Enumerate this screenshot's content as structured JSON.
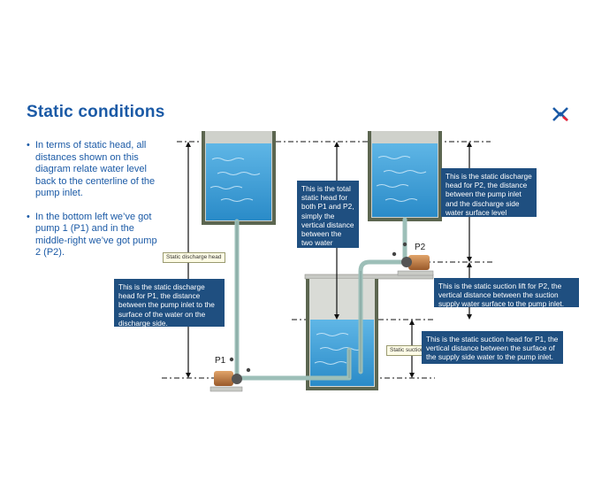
{
  "slide": {
    "title": "Static conditions",
    "logo_icon": "brand-logo-icon",
    "bullets": [
      "In terms of static head, all distances shown on this diagram relate water level back to the centerline of the pump inlet.",
      "In the bottom left we’ve got pump 1 (P1) and in the middle-right we’ve got pump 2 (P2)."
    ]
  },
  "diagram": {
    "pump_labels": {
      "p1": "P1",
      "p2": "P2"
    },
    "tags": {
      "discharge_head": "Static discharge head",
      "suction_head": "Static suction"
    },
    "callouts": {
      "p1_discharge": "This is the static discharge head for P1, the distance between the pump inlet to the surface of the water on the discharge side.",
      "total": "This is the total static head for both P1 and P2, simply the vertical distance between the two water surfaces",
      "p2_discharge": "This is the static discharge head for P2, the distance between the pump inlet and the discharge side water surface level",
      "p2_suction_lift": "This is the static suction lift for P2, the vertical distance between the suction supply water surface to the pump inlet.",
      "p1_suction_head": "This is the static suction head for P1, the vertical distance between the surface of the supply side water to the pump inlet."
    },
    "colors": {
      "title_blue": "#1b5aa6",
      "callout_bg": "#1f4f80",
      "water": "#3a9bd5",
      "tank_wall": "#5c6650",
      "pipe": "#a9c7c2"
    }
  }
}
